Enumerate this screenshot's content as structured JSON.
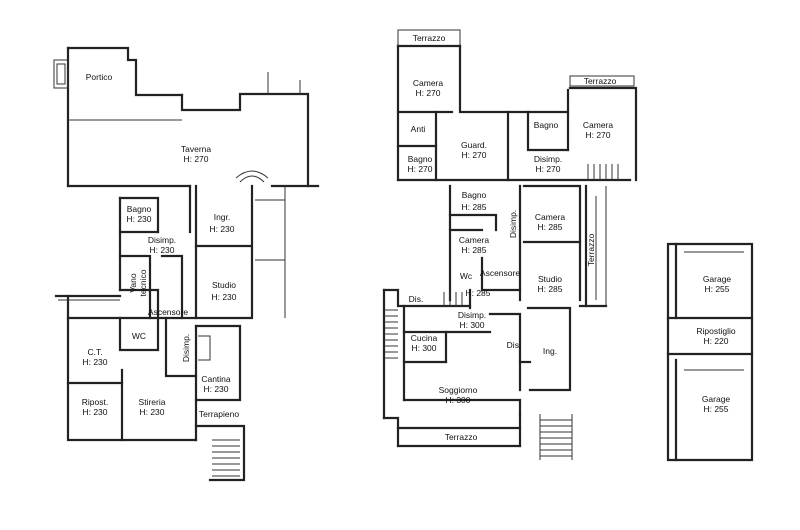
{
  "rooms": [
    {
      "id": "portico",
      "lines": [
        "Portico"
      ]
    },
    {
      "id": "taverna",
      "lines": [
        "Taverna",
        "H: 270"
      ]
    },
    {
      "id": "bagno-b",
      "lines": [
        "Bagno",
        "H: 230"
      ]
    },
    {
      "id": "ingr",
      "lines": [
        "Ingr.",
        "H: 230"
      ]
    },
    {
      "id": "disimp-b",
      "lines": [
        "Disimp.",
        "H: 230"
      ]
    },
    {
      "id": "vano-tecnico",
      "lines": [
        "Vano",
        "tecnico"
      ]
    },
    {
      "id": "ascensore-b",
      "lines": [
        "Ascensore"
      ]
    },
    {
      "id": "studio-b",
      "lines": [
        "Studio",
        "H: 230"
      ]
    },
    {
      "id": "wc-b",
      "lines": [
        "WC"
      ]
    },
    {
      "id": "ct",
      "lines": [
        "C.T.",
        "H: 230"
      ]
    },
    {
      "id": "disimp-b2",
      "lines": [
        "Disimp."
      ]
    },
    {
      "id": "cantina",
      "lines": [
        "Cantina",
        "H: 230"
      ]
    },
    {
      "id": "ripost",
      "lines": [
        "Ripost.",
        "H: 230"
      ]
    },
    {
      "id": "stireria",
      "lines": [
        "Stireria",
        "H: 230"
      ]
    },
    {
      "id": "terrapieno",
      "lines": [
        "Terrapieno"
      ]
    },
    {
      "id": "terrazzo-top",
      "lines": [
        "Terrazzo"
      ]
    },
    {
      "id": "camera-1",
      "lines": [
        "Camera",
        "H: 270"
      ]
    },
    {
      "id": "terrazzo-right",
      "lines": [
        "Terrazzo"
      ]
    },
    {
      "id": "camera-2",
      "lines": [
        "Camera",
        "H: 270"
      ]
    },
    {
      "id": "bagno-1",
      "lines": [
        "Bagno"
      ]
    },
    {
      "id": "anti",
      "lines": [
        "Anti"
      ]
    },
    {
      "id": "guard",
      "lines": [
        "Guard.",
        "H: 270"
      ]
    },
    {
      "id": "bagno-2",
      "lines": [
        "Bagno",
        "H: 270"
      ]
    },
    {
      "id": "disimp-1",
      "lines": [
        "Disimp.",
        "H: 270"
      ]
    },
    {
      "id": "bagno-3",
      "lines": [
        "Bagno",
        "H: 285"
      ]
    },
    {
      "id": "disimp-2",
      "lines": [
        "Disimp."
      ]
    },
    {
      "id": "camera-3",
      "lines": [
        "Camera",
        "H: 285"
      ]
    },
    {
      "id": "camera-4",
      "lines": [
        "Camera",
        "H: 285"
      ]
    },
    {
      "id": "terrazzo-side",
      "lines": [
        "Terrazzo"
      ]
    },
    {
      "id": "wc-1",
      "lines": [
        "Wc"
      ]
    },
    {
      "id": "ascensore-1",
      "lines": [
        "Ascensore"
      ]
    },
    {
      "id": "studio-1",
      "lines": [
        "Studio",
        "H: 285"
      ]
    },
    {
      "id": "h285",
      "lines": [
        "H: 285"
      ]
    },
    {
      "id": "dis-1",
      "lines": [
        "Dis."
      ]
    },
    {
      "id": "disimp-3",
      "lines": [
        "Disimp.",
        "H: 300"
      ]
    },
    {
      "id": "cucina",
      "lines": [
        "Cucina",
        "H: 300"
      ]
    },
    {
      "id": "dis-2",
      "lines": [
        "Dis."
      ]
    },
    {
      "id": "ing",
      "lines": [
        "Ing."
      ]
    },
    {
      "id": "soggiorno",
      "lines": [
        "Soggiorno",
        "H: 300"
      ]
    },
    {
      "id": "terrazzo-bottom",
      "lines": [
        "Terrazzo"
      ]
    },
    {
      "id": "garage-1",
      "lines": [
        "Garage",
        "H: 255"
      ]
    },
    {
      "id": "ripostiglio",
      "lines": [
        "Ripostiglio",
        "H: 220"
      ]
    },
    {
      "id": "garage-2",
      "lines": [
        "Garage",
        "H: 255"
      ]
    }
  ]
}
